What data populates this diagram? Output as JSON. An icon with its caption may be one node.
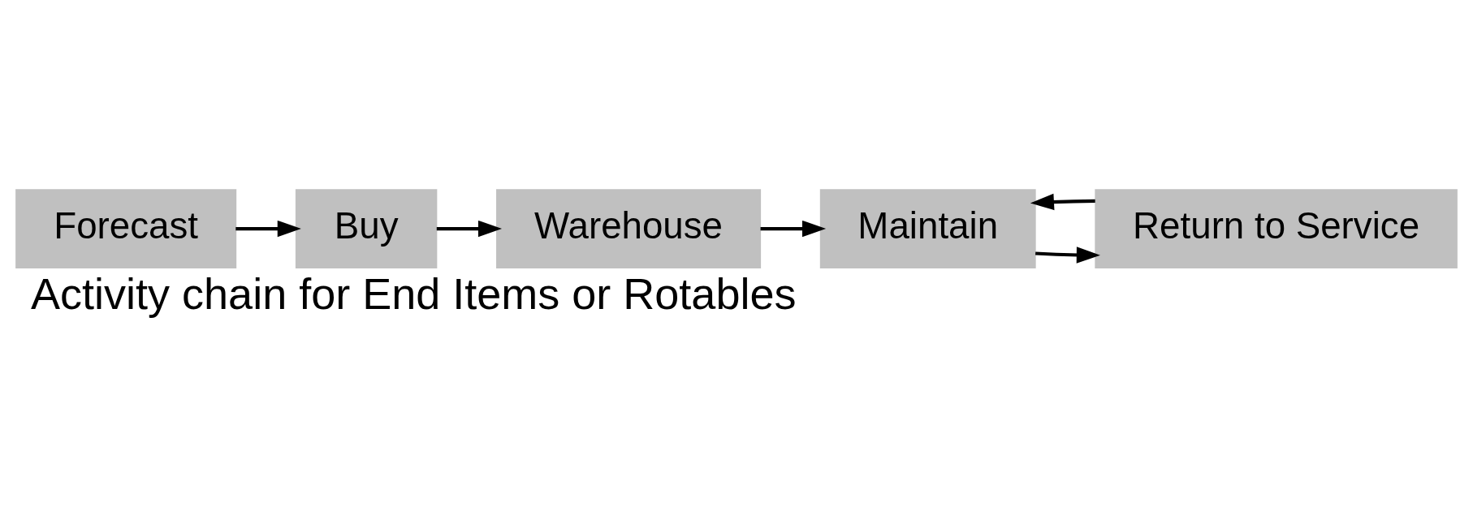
{
  "diagram": {
    "caption": "Activity chain for End Items or Rotables",
    "nodes": [
      {
        "text": [
          "Forecast"
        ]
      },
      {
        "text": [
          "Buy"
        ]
      },
      {
        "text": [
          "Warehouse"
        ]
      },
      {
        "text": [
          "Maintain"
        ]
      },
      {
        "text": [
          "Return to Service"
        ]
      }
    ],
    "edges": [
      {
        "from": 0,
        "to": 1,
        "arrow": "to"
      },
      {
        "from": 1,
        "to": 2,
        "arrow": "to"
      },
      {
        "from": 2,
        "to": 3,
        "arrow": "to"
      },
      {
        "from": 3,
        "to": 4,
        "arrow": "to"
      },
      {
        "from": 4,
        "to": 3,
        "arrow": "to"
      }
    ]
  }
}
